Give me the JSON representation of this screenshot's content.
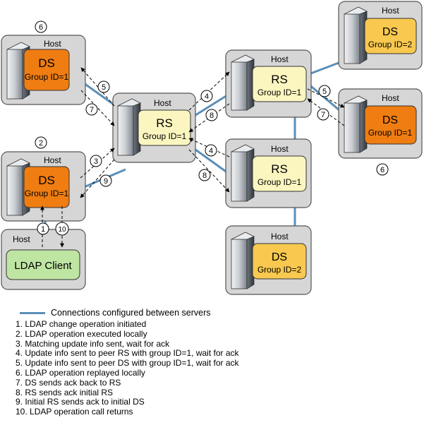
{
  "host_label": "Host",
  "hosts": [
    {
      "id": "h1",
      "role": "DS",
      "group": "Group ID=1",
      "step_marker": "6"
    },
    {
      "id": "h2",
      "role": "DS",
      "group": "Group ID=1",
      "step_marker": "2"
    },
    {
      "id": "h3",
      "role": "LDAP Client"
    },
    {
      "id": "h4",
      "role": "RS",
      "group": "Group ID=1"
    },
    {
      "id": "h5",
      "role": "RS",
      "group": "Group ID=1"
    },
    {
      "id": "h6",
      "role": "RS",
      "group": "Group ID=1"
    },
    {
      "id": "h7",
      "role": "DS",
      "group": "Group ID=2"
    },
    {
      "id": "h8",
      "role": "DS",
      "group": "Group ID=2"
    },
    {
      "id": "h9",
      "role": "DS",
      "group": "Group ID=1",
      "step_marker": "6"
    }
  ],
  "step_labels": {
    "s5a": "5",
    "s7a": "7",
    "s3": "3",
    "s9": "9",
    "s1": "1",
    "s10": "10",
    "s4a": "4",
    "s8a": "8",
    "s4b": "4",
    "s8b": "8",
    "s5b": "5",
    "s7b": "7"
  },
  "colors": {
    "connection": "#5b8fb8",
    "ds_orange": "#ef7d12",
    "ds_light": "#f8c84f",
    "rs_fill": "#fbf6c0",
    "client_fill": "#bfe5a3",
    "host_bg": "#d6d6d6"
  },
  "legend": {
    "connection_label": "Connections configured between servers",
    "steps": [
      "1. LDAP change operation initiated",
      "2. LDAP operation executed locally",
      "3. Matching update info sent, wait for ack",
      "4. Update info sent to peer RS with group ID=1, wait for ack",
      "5. Update info sent to peer DS with group ID=1, wait for ack",
      "6. LDAP operation replayed locally",
      "7. DS sends ack back to RS",
      "8. RS sends ack initial RS",
      "9. Initial RS sends ack to initial DS",
      "10. LDAP operation call returns"
    ]
  }
}
